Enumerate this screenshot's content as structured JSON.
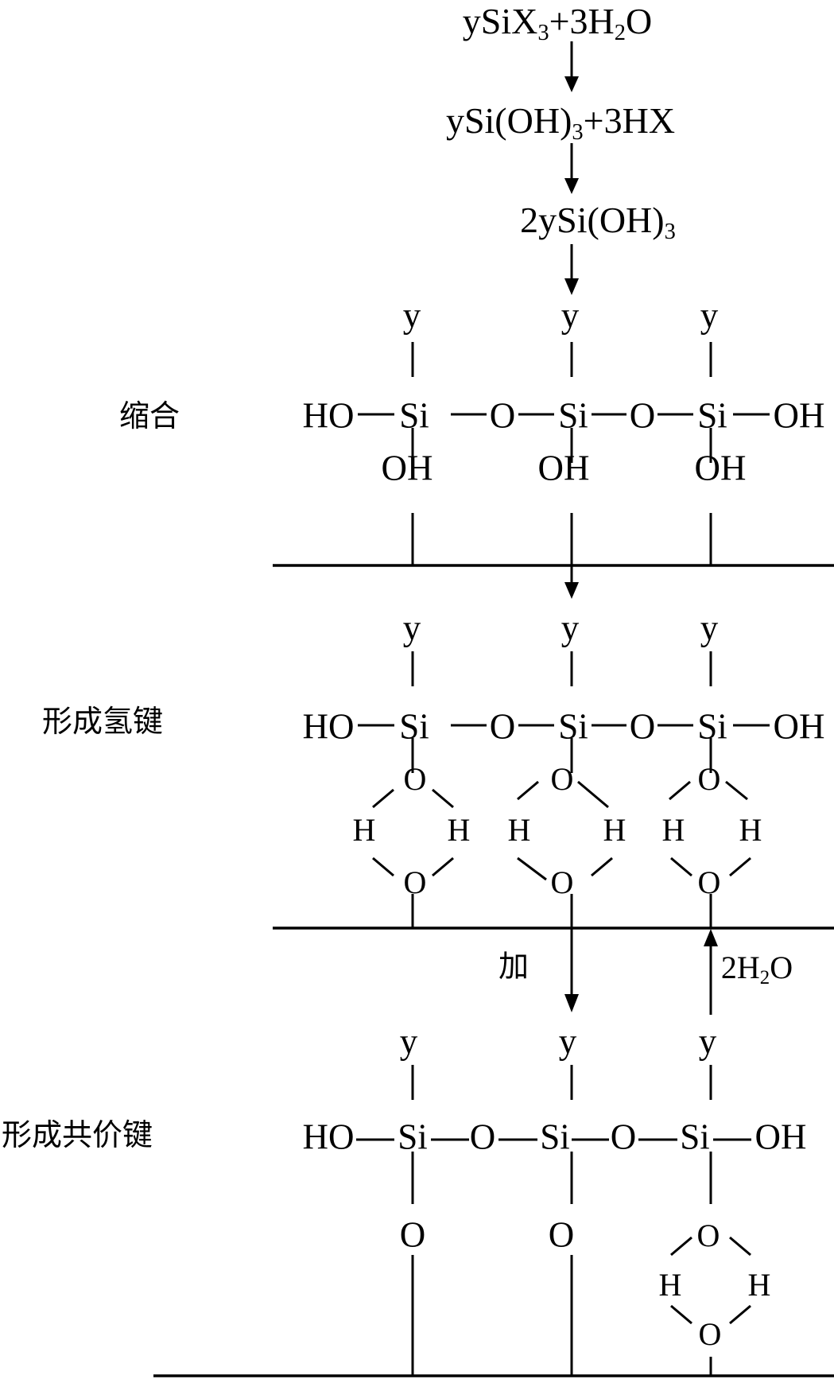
{
  "reaction_steps": {
    "step1": {
      "main": "ySiX",
      "sub1": "3",
      "mid": "+3H",
      "sub2": "2",
      "tail": "O"
    },
    "step2": {
      "main": "ySi(OH)",
      "sub1": "3",
      "tail": "+3HX"
    },
    "step3": {
      "main": "2ySi(OH)",
      "sub1": "3"
    }
  },
  "stage_labels": {
    "condensation": "缩合",
    "hydrogen_bond": "形成氢键",
    "covalent_bond": "形成共价键",
    "heat": "加",
    "water_release": {
      "main": "2H",
      "sub": "2",
      "tail": "O"
    }
  },
  "atoms": {
    "y": "y",
    "si": "Si",
    "o": "O",
    "h": "H",
    "oh": "OH",
    "ho": "HO"
  },
  "colors": {
    "ink": "#000000",
    "background": "#ffffff"
  }
}
